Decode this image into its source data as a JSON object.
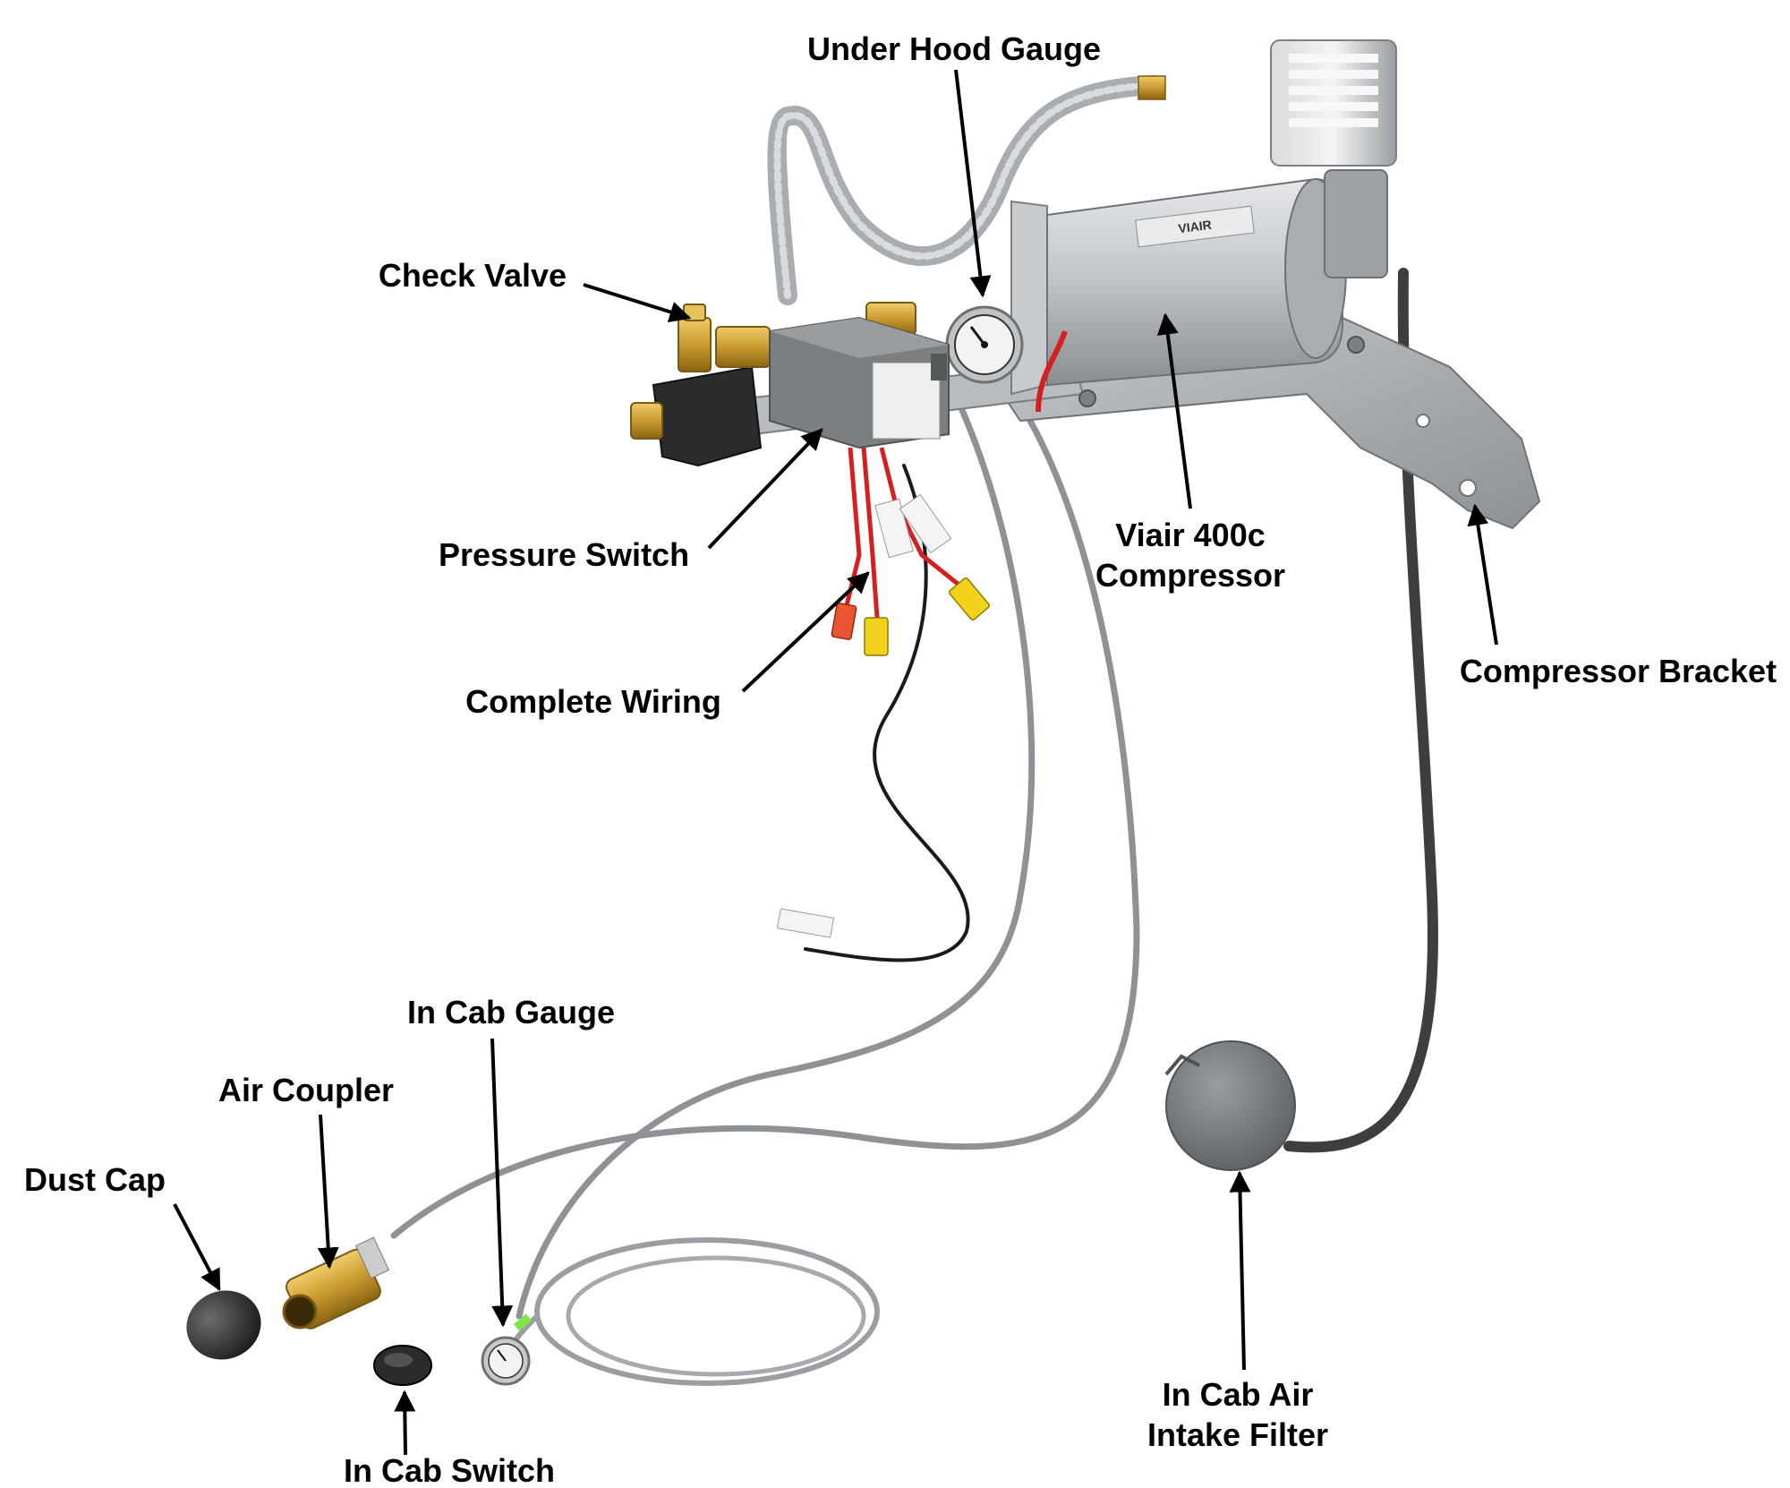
{
  "labels": {
    "under_hood_gauge": "Under Hood Gauge",
    "check_valve": "Check Valve",
    "pressure_switch": "Pressure Switch",
    "viair_line1": "Viair 400c",
    "viair_line2": "Compressor",
    "compressor_bracket": "Compressor Bracket",
    "complete_wiring": "Complete Wiring",
    "in_cab_gauge": "In Cab Gauge",
    "air_coupler": "Air Coupler",
    "dust_cap": "Dust Cap",
    "in_cab_switch": "In Cab Switch",
    "intake_line1": "In Cab Air",
    "intake_line2": "Intake Filter"
  },
  "product_print": {
    "brand": "VIAIR"
  },
  "colors": {
    "label_text": "#000000",
    "callout_arrow": "#000000",
    "bracket_gray": "#a8abae",
    "motor_silver": "#b8bcc0",
    "hose_gray": "#8e9296",
    "brass": "#c99a2e",
    "switch_gray": "#7c7f82",
    "wire_red": "#d42020",
    "terminal_yellow": "#f2d21a",
    "background": "#ffffff"
  }
}
